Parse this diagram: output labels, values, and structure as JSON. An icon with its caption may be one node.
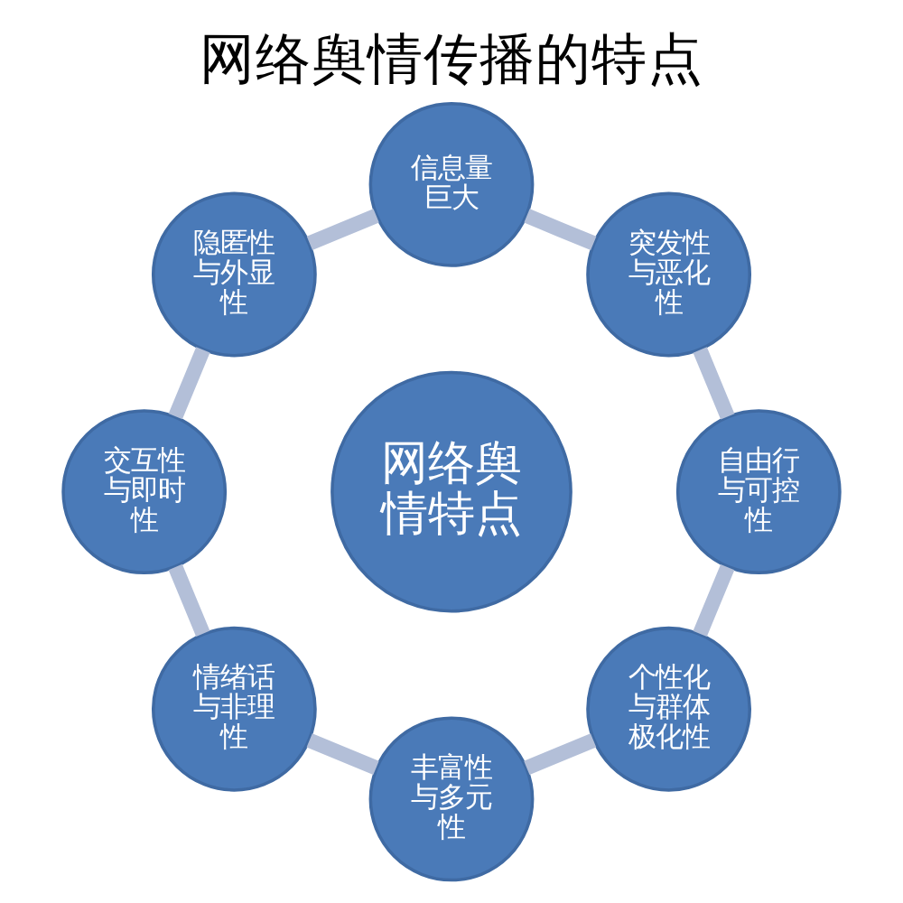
{
  "diagram": {
    "title": "网络舆情传播的特点",
    "nodes": [
      {
        "text": [
          "网络舆情特点"
        ]
      },
      {
        "text": [
          "信息量巨大"
        ]
      },
      {
        "text": [
          "突发性与恶化性"
        ]
      },
      {
        "text": [
          "自由行与可控性"
        ]
      },
      {
        "text": [
          "个性化与群体极化性"
        ]
      },
      {
        "text": [
          "丰富性与多元性"
        ]
      },
      {
        "text": [
          "情绪话与非理性"
        ]
      },
      {
        "text": [
          "交互性与即时性"
        ]
      },
      {
        "text": [
          "隐匿性与外显性"
        ]
      }
    ],
    "edges": [
      {
        "from": 1,
        "to": 2,
        "arrow": "none"
      },
      {
        "from": 2,
        "to": 3,
        "arrow": "none"
      },
      {
        "from": 3,
        "to": 4,
        "arrow": "none"
      },
      {
        "from": 4,
        "to": 5,
        "arrow": "none"
      },
      {
        "from": 5,
        "to": 6,
        "arrow": "none"
      },
      {
        "from": 6,
        "to": 7,
        "arrow": "none"
      },
      {
        "from": 7,
        "to": 8,
        "arrow": "none"
      },
      {
        "from": 8,
        "to": 1,
        "arrow": "none"
      }
    ]
  }
}
